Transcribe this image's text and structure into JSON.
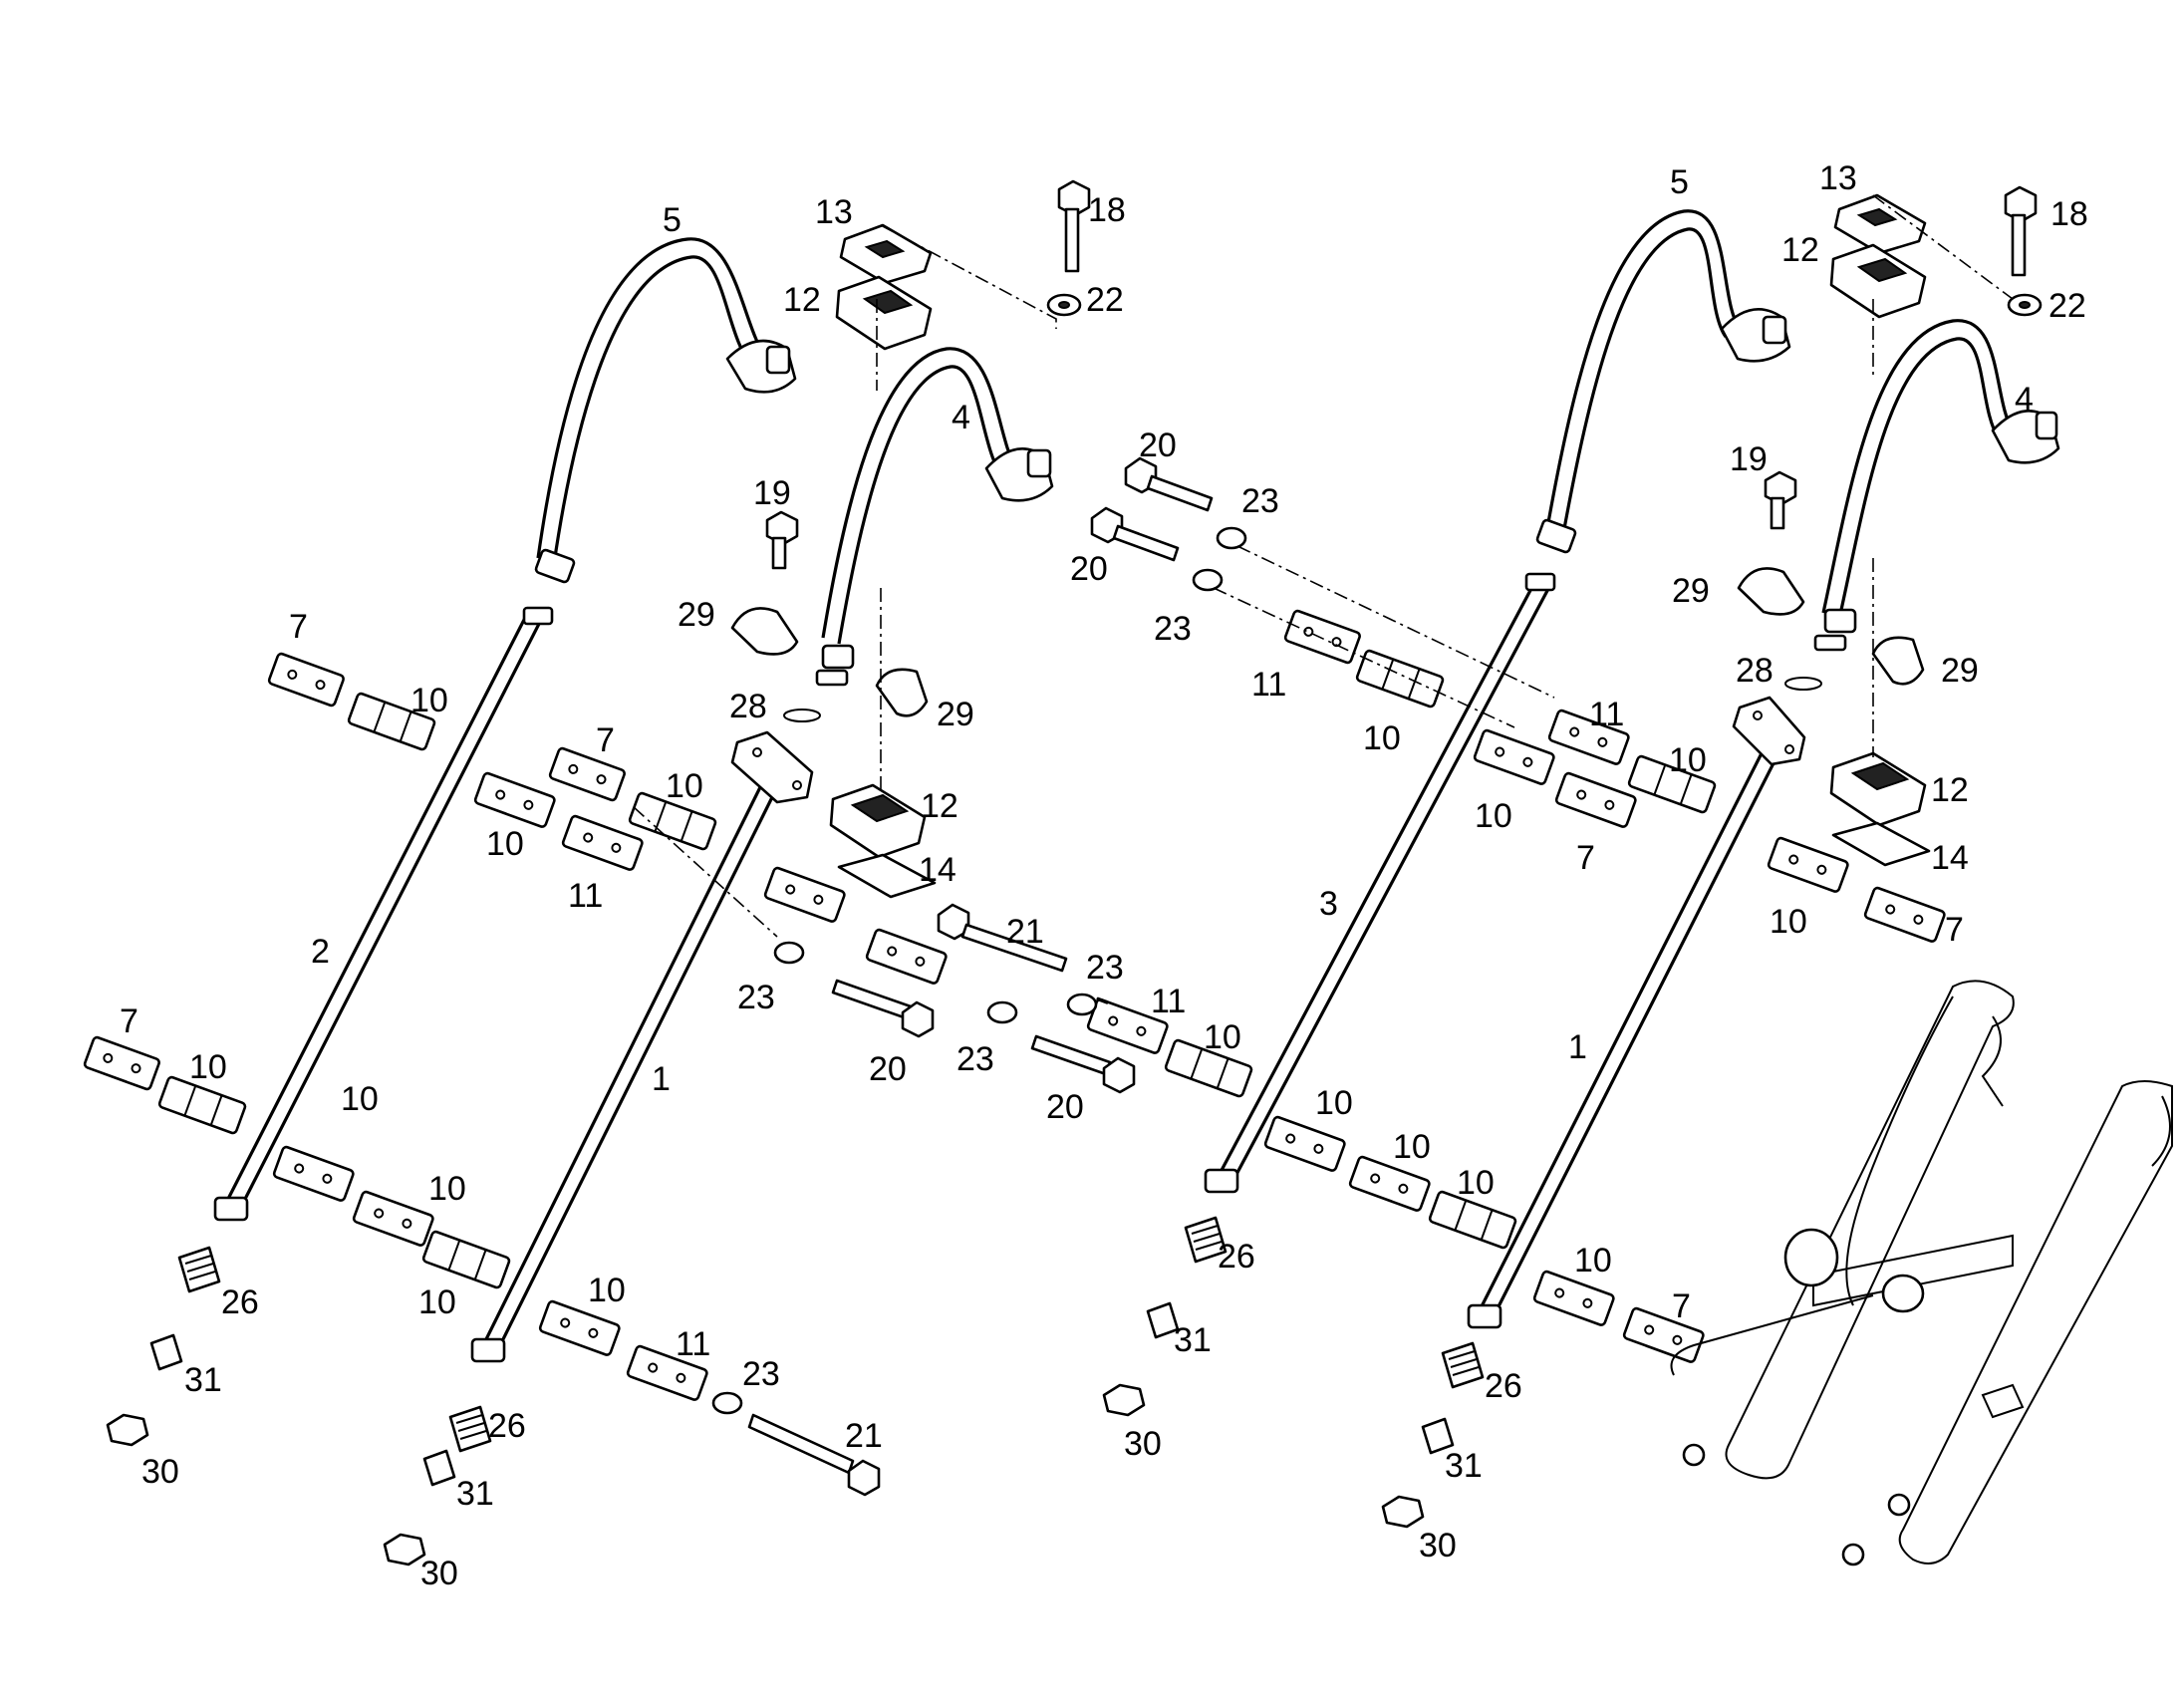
{
  "labels": {
    "l1a": "1",
    "l1b": "1",
    "l2": "2",
    "l3": "3",
    "l4a": "4",
    "l4b": "4",
    "l5a": "5",
    "l5b": "5",
    "l7a": "7",
    "l7b": "7",
    "l7c": "7",
    "l7d": "7",
    "l7e": "7",
    "l7f": "7",
    "l10": "10",
    "l11": "11",
    "l12": "12",
    "l13": "13",
    "l14": "14",
    "l18": "18",
    "l19": "19",
    "l20": "20",
    "l21": "21",
    "l22": "22",
    "l23": "23",
    "l26": "26",
    "l28": "28",
    "l29": "29",
    "l30": "30",
    "l31": "31"
  }
}
